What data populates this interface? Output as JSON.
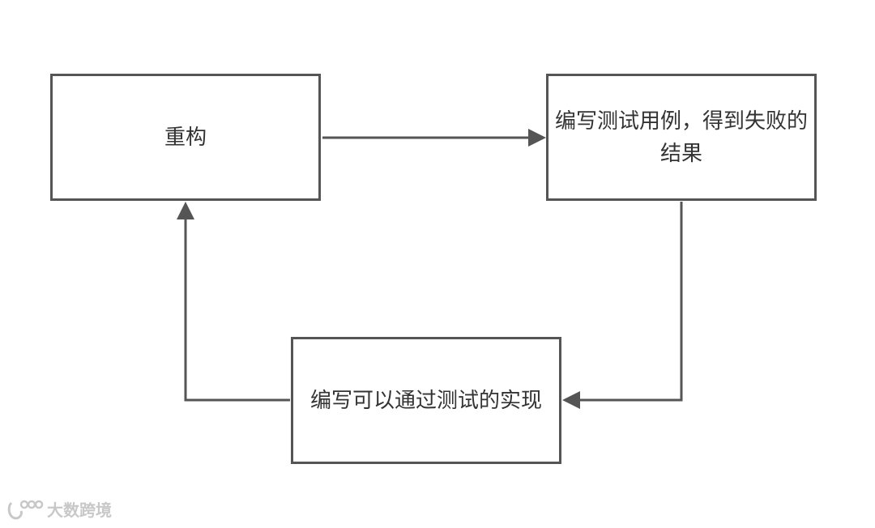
{
  "nodes": {
    "refactor": {
      "label": "重构"
    },
    "write_test": {
      "label": "编写测试用例，得到失败的结果"
    },
    "implement": {
      "label": "编写可以通过测试的实现"
    }
  },
  "edges": [
    {
      "from": "refactor",
      "to": "write_test"
    },
    {
      "from": "write_test",
      "to": "implement"
    },
    {
      "from": "implement",
      "to": "refactor"
    }
  ],
  "colors": {
    "stroke": "#555555",
    "text": "#333333",
    "watermark": "#c8c8c8"
  },
  "watermark": {
    "text": "大数跨境"
  }
}
